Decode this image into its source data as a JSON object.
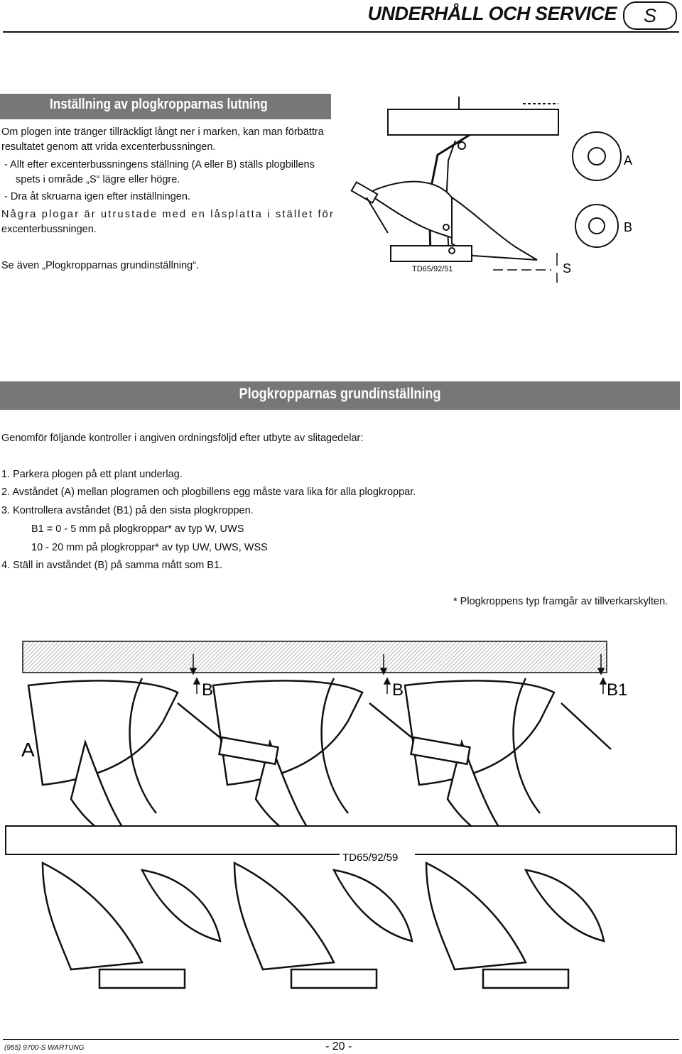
{
  "header": {
    "title": "UNDERHÅLL OCH SERVICE",
    "badge": "S"
  },
  "section1": {
    "heading": "Inställning av plogkropparnas lutning",
    "lines": [
      "Om plogen inte tränger tillräckligt långt ner i marken, kan man förbättra",
      "resultatet genom att vrida excenterbussningen.",
      "-   Allt efter excenterbussningens ställning (A eller B) ställs plogbillens",
      "spets i område „S“ lägre eller högre.",
      "-   Dra åt skruarna igen efter inställningen.",
      "Några plogar är utrustade med en låsplatta i stället för",
      "excenterbussningen."
    ],
    "see_also": "Se även „Plogkropparnas grundinställning“."
  },
  "figure1": {
    "code": "TD65/92/51",
    "label_a": "A",
    "label_b": "B",
    "label_s": "S"
  },
  "section2": {
    "heading": "Plogkropparnas grundinställning",
    "intro": "Genomför följande kontroller i angiven ordningsföljd efter utbyte av slitagedelar:",
    "steps": [
      "1.  Parkera plogen på ett plant underlag.",
      "2.  Avståndet (A) mellan plogramen och plogbillens egg måste vara lika för alla plogkroppar.",
      "3.  Kontrollera avståndet (B1) på den sista plogkroppen.",
      "B1 = 0 - 5 mm på plogkroppar* av typ W, UWS",
      "10 - 20 mm på plogkroppar* av typ UW, UWS, WSS",
      "4.  Ställ in avståndet (B) på samma mått som B1."
    ],
    "note": "* Plogkroppens typ framgår av tillverkarskylten."
  },
  "figure2": {
    "code": "TD65/92/59",
    "label_a": "A",
    "label_b1": "B",
    "label_b2": "B",
    "label_b3": "B1"
  },
  "footer": {
    "left": "(955)  9700-S WARTUNG",
    "page": "- 20 -"
  }
}
